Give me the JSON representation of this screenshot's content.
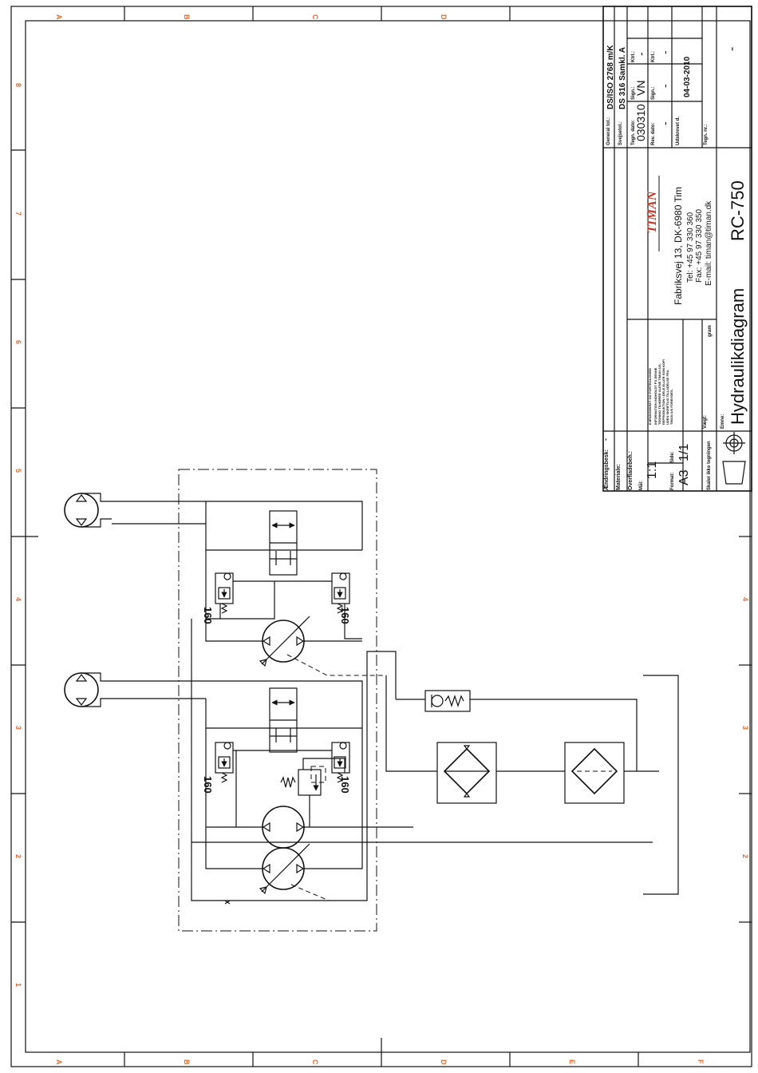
{
  "border": {
    "columns_top": [
      "A",
      "B",
      "C",
      "D"
    ],
    "columns_bottom": [
      "A",
      "B",
      "C",
      "D",
      "E",
      "F"
    ],
    "rows_left": [
      "8",
      "7",
      "6",
      "5",
      "4",
      "3",
      "2",
      "1"
    ],
    "rows_right": [
      "4",
      "3",
      "2"
    ]
  },
  "schematic": {
    "relief_label": "160"
  },
  "title_block": {
    "aendringsbesk_label": "Ændringsbesk:",
    "aendringsbesk_value": "-",
    "materiale_label": "Materiale:",
    "overfladebeh_label": "Overfladebeh.:",
    "maal_label": "Mål:",
    "maal_value": "1:1",
    "format_label": "Format:",
    "format_value": "A3",
    "side_label": "Side:",
    "side_value": "1/1",
    "skaler_label": "Skaler ikke tegningen",
    "confidential_lines": [
      "EJENDOMSRET OG FORTROLIGHED",
      "INFORMATION INDHOLDT PÅ DENNE",
      "TEGNING TILHØRER ALENE TIMAN A/S.",
      "REPRODUKTION I DELE ELLER SOM KOPI",
      "UDEN SKRIFTLIG TILLADELSE FRA",
      "TIMAN A/S FORBYDES."
    ],
    "vaegt_label": "Vægt:",
    "vaegt_unit": "gram",
    "emne_label": "Emne:",
    "logo": "TIMAN",
    "address": "Fabriksvej 13, DK-6980 Tim",
    "tel": "Tel: +45 97 330 360",
    "fax": "Fax: +45 97 330 350",
    "email": "E-mail: timan@timan.dk",
    "title": "Hydraulikdiagram",
    "model": "RC-750",
    "general_tol_label": "General tol.:",
    "general_tol_value": "DS/ISO 2768 m/K",
    "svejsetol_label": "Svejsetol.:",
    "svejsetol_value": "DS 316 Samkl. A",
    "tegn_dato_label": "Tegn. dato:",
    "tegn_dato_value": "030310",
    "sign_label": "Sign.:",
    "sign_value": "VN",
    "ktrl_label": "Ktrl.:",
    "ktrl_value": "-",
    "rev_dato_label": "Rev. dato:",
    "rev_dato_value": "-",
    "sign2_value": "-",
    "ktrl2_value": "-",
    "udskrevet_label": "Udskrevet d.",
    "udskrevet_value": "04-03-2010",
    "tegn_nr_label": "Tegn. nr.:",
    "tegn_nr_value": "-"
  },
  "colors": {
    "zone_labels": "#e8692a",
    "logo": "#c0392b",
    "lines": "#111111"
  }
}
